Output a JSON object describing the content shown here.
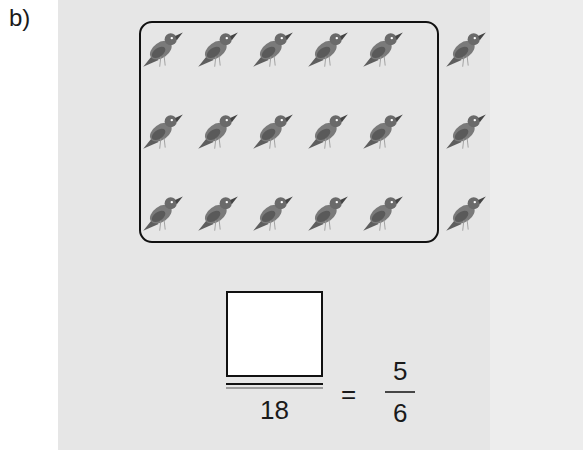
{
  "diagram": {
    "labels": [
      "b)",
      "18",
      "=",
      "5",
      "6"
    ]
  }
}
